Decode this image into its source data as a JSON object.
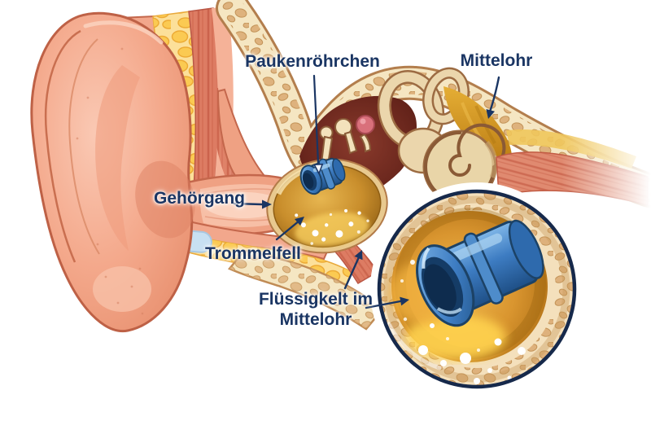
{
  "figure": {
    "type": "medical-illustration",
    "subject": "ear-anatomy-with-tympanostomy-tube",
    "labels": {
      "paukenroehrchen": "Paukenröhrchen",
      "mittelohr": "Mittelohr",
      "gehoergang": "Gehörgang",
      "trommelfell": "Trommelfell",
      "fluessigkeit_line1": "Flüssigkelt im",
      "fluessigkeit_line2": "Mittelohr"
    },
    "palette": {
      "label_navy": "#1A3563",
      "skin_peach": "#F2A78C",
      "skin_outline": "#BE6146",
      "fat_yellow": "#FBC94E",
      "cartilage_blue": "#C8E0F2",
      "muscle_red": "#DD7C63",
      "bone_cream": "#F5E6C2",
      "bone_spot": "#DDAF79",
      "eardrum_amber": "#D9952F",
      "fluid_glow": "#FFD34F",
      "tube_blue": "#3D7CC2",
      "tube_blue_dark": "#1C4266",
      "tube_blue_light": "#A9D2F0",
      "inset_border_navy": "#16294B",
      "background": "#FFFFFF"
    }
  }
}
